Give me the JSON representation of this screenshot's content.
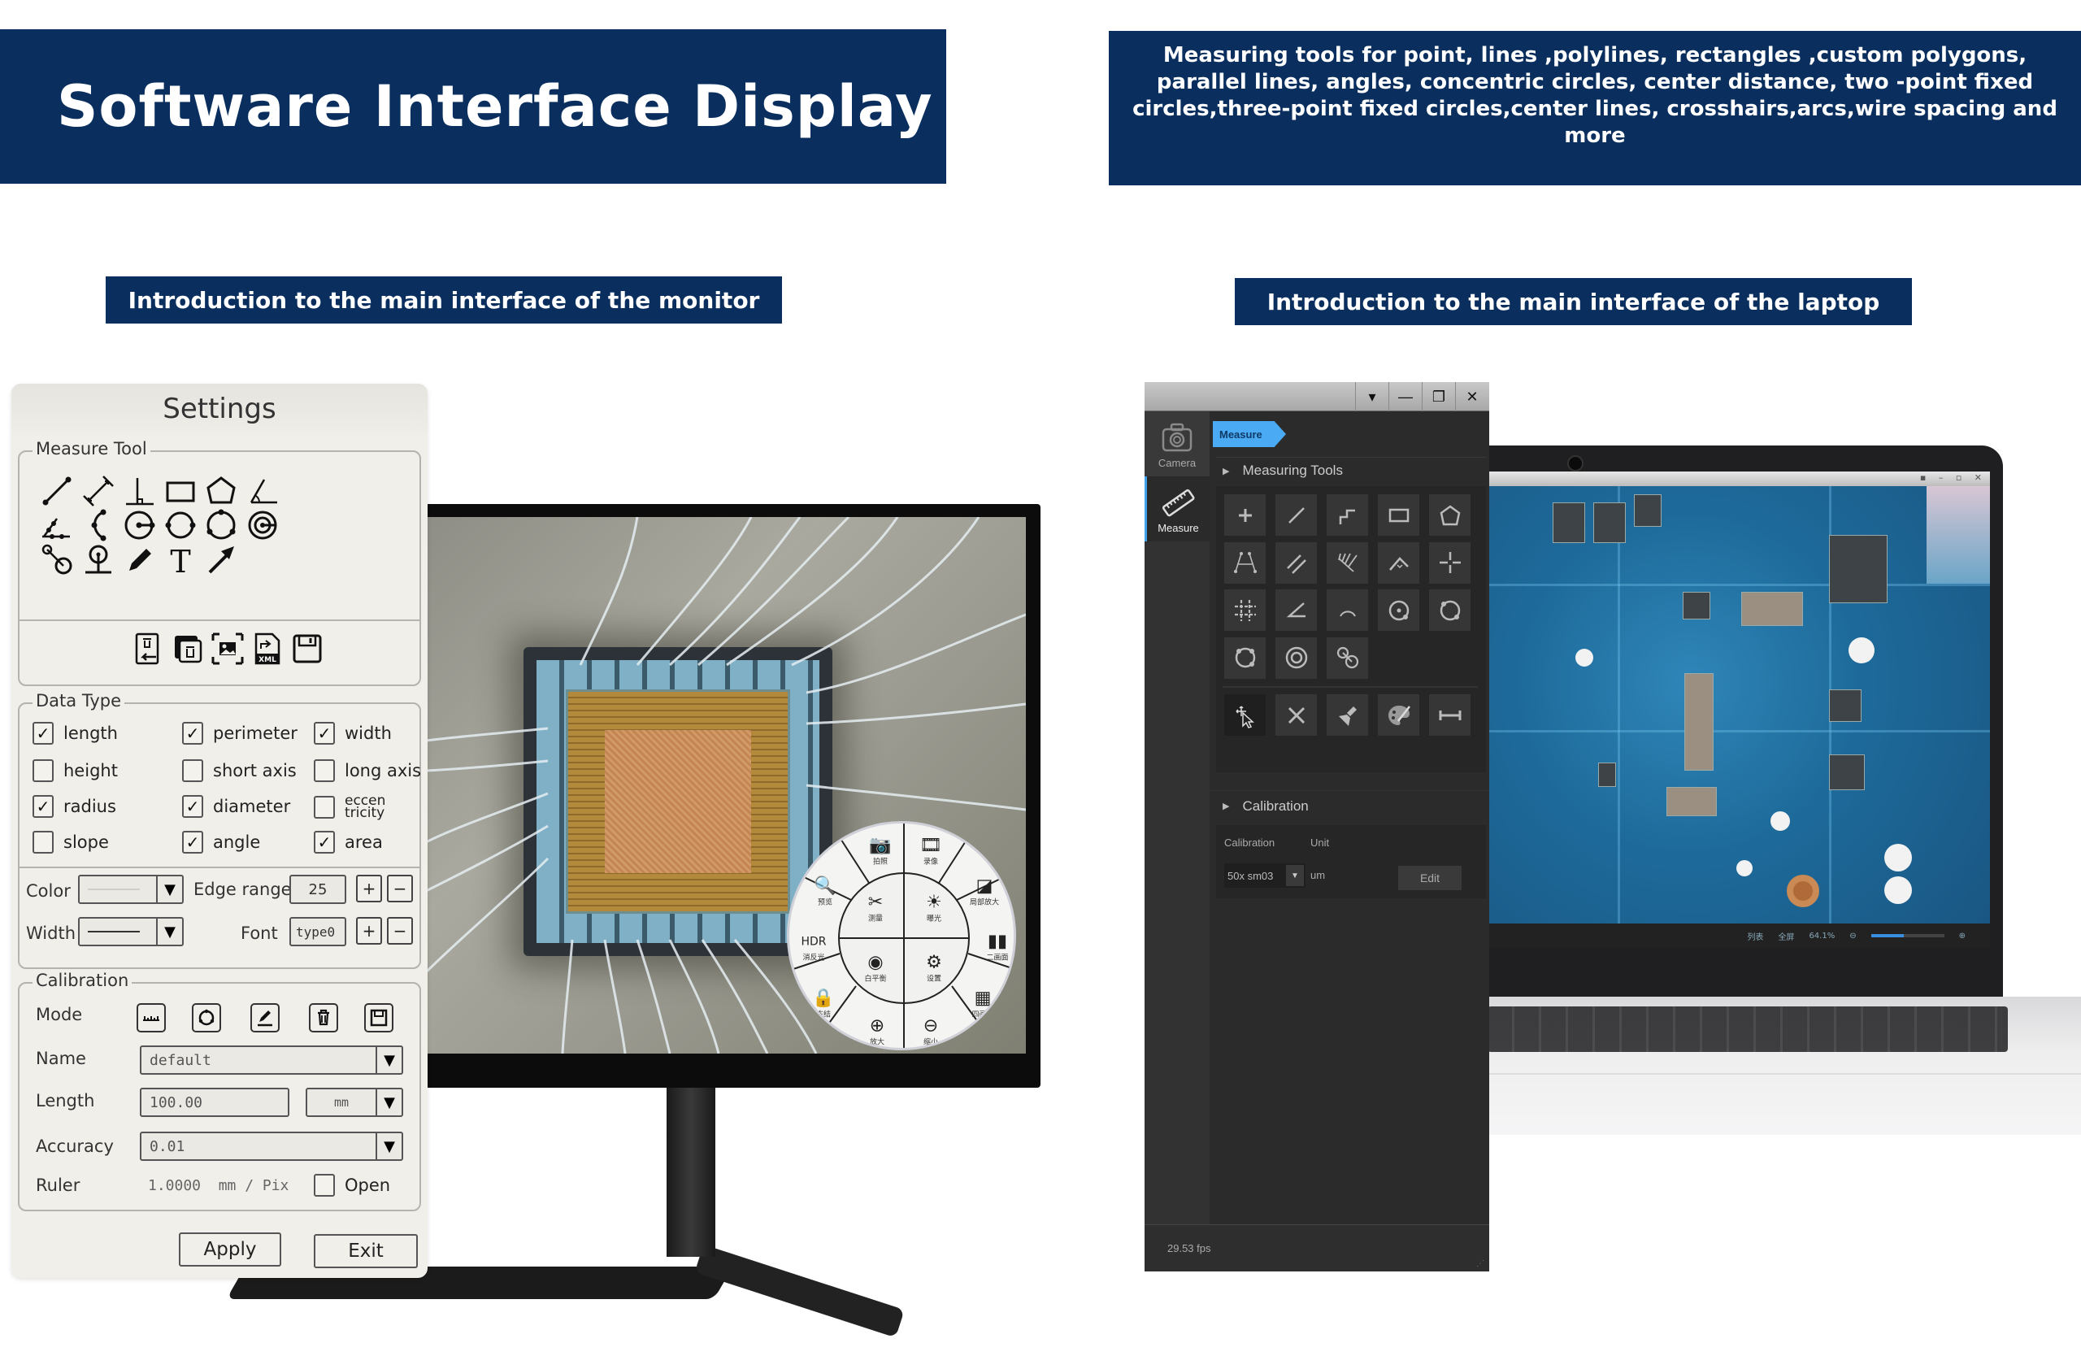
{
  "banners": {
    "main_title": "Software Interface Display",
    "features": "Measuring tools for point, lines ,polylines, rectangles ,custom polygons, parallel lines, angles, concentric circles, center distance, two -point fixed circles,three-point fixed circles,center lines, crosshairs,arcs,wire spacing and more",
    "monitor_intro": "Introduction to the main interface of the monitor",
    "laptop_intro": "Introduction to the main interface of the laptop"
  },
  "colors": {
    "brand_navy": "#0a2f5f",
    "accent_blue": "#4aaaf3"
  },
  "settings": {
    "title": "Settings",
    "measure_tool": {
      "label": "Measure Tool",
      "tools": [
        "line-segment-icon",
        "parallel-distance-icon",
        "perpendicular-icon",
        "rectangle-icon",
        "polygon-icon",
        "angle-icon",
        "polyline-angle-icon",
        "arc-three-point-icon",
        "circle-center-radius-icon",
        "circle-two-point-icon",
        "circle-three-point-icon",
        "concentric-circle-icon",
        "circle-distance-icon",
        "point-to-line-icon",
        "pencil-icon",
        "text-icon",
        "arrow-icon"
      ],
      "actions": [
        "undo-delete-icon",
        "delete-all-icon",
        "screenshot-icon",
        "export-xml-icon",
        "save-icon"
      ]
    },
    "data_type": {
      "label": "Data Type",
      "items": [
        {
          "label": "length",
          "checked": true
        },
        {
          "label": "perimeter",
          "checked": true
        },
        {
          "label": "width",
          "checked": true
        },
        {
          "label": "height",
          "checked": false
        },
        {
          "label": "short axis",
          "checked": false
        },
        {
          "label": "long axis",
          "checked": false
        },
        {
          "label": "radius",
          "checked": true
        },
        {
          "label": "diameter",
          "checked": true
        },
        {
          "label": "eccen tricity",
          "checked": false
        },
        {
          "label": "slope",
          "checked": false
        },
        {
          "label": "angle",
          "checked": true
        },
        {
          "label": "area",
          "checked": true
        }
      ],
      "color_label": "Color",
      "edge_range_label": "Edge range",
      "edge_range_value": "25",
      "width_label": "Width",
      "font_label": "Font",
      "font_value": "type0",
      "plus": "+",
      "minus": "−"
    },
    "calibration": {
      "label": "Calibration",
      "mode_label": "Mode",
      "name_label": "Name",
      "name_value": "default",
      "length_label": "Length",
      "length_value": "100.00",
      "unit_value": "mm",
      "accuracy_label": "Accuracy",
      "accuracy_value": "0.01",
      "ruler_label": "Ruler",
      "ruler_value": "1.0000  mm / Pix",
      "open_label": "Open",
      "open_checked": false
    },
    "apply_label": "Apply",
    "exit_label": "Exit",
    "check_glyph": "✓",
    "arrow_glyph": "▼"
  },
  "radial_menu": {
    "outer": [
      "拍照",
      "录像",
      "局部放大",
      "二画面",
      "四画面",
      "缩小",
      "放大",
      "冻结",
      "消反光",
      "预览"
    ],
    "inner": [
      "测量",
      "曝光",
      "设置",
      "白平衡"
    ],
    "hdr_label": "HDR"
  },
  "laptop_app": {
    "window_buttons": [
      "▾",
      "—",
      "❐",
      "✕"
    ],
    "sidebar": [
      {
        "label": "Camera",
        "active": false
      },
      {
        "label": "Measure",
        "active": true
      }
    ],
    "breadcrumb": "Measure",
    "measuring_tools_label": "Measuring Tools",
    "tools": [
      "point-icon",
      "line-icon",
      "polyline-icon",
      "rectangle-icon",
      "polygon-icon",
      "trapezoid-icon",
      "parallel-lines-icon",
      "multi-parallel-icon",
      "perpendicular-icon",
      "crosshair-icon",
      "grid-icon",
      "angle-icon",
      "arc-icon",
      "circle-center-icon",
      "circle-two-point-icon",
      "circle-three-point-icon",
      "concentric-circle-icon",
      "circle-distance-icon"
    ],
    "actions": [
      "select-move-icon",
      "delete-icon",
      "clear-brush-icon",
      "color-palette-icon",
      "scale-bar-icon"
    ],
    "calibration_label": "Calibration",
    "calibration_col": "Calibration",
    "unit_col": "Unit",
    "calibration_value": "50x sm03",
    "unit_value": "um",
    "edit_label": "Edit",
    "fps": "29.53 fps"
  },
  "laptop_screen": {
    "statusbar": [
      "列表",
      "全屏",
      "64.1%"
    ],
    "zoom_slider": 0.45
  }
}
